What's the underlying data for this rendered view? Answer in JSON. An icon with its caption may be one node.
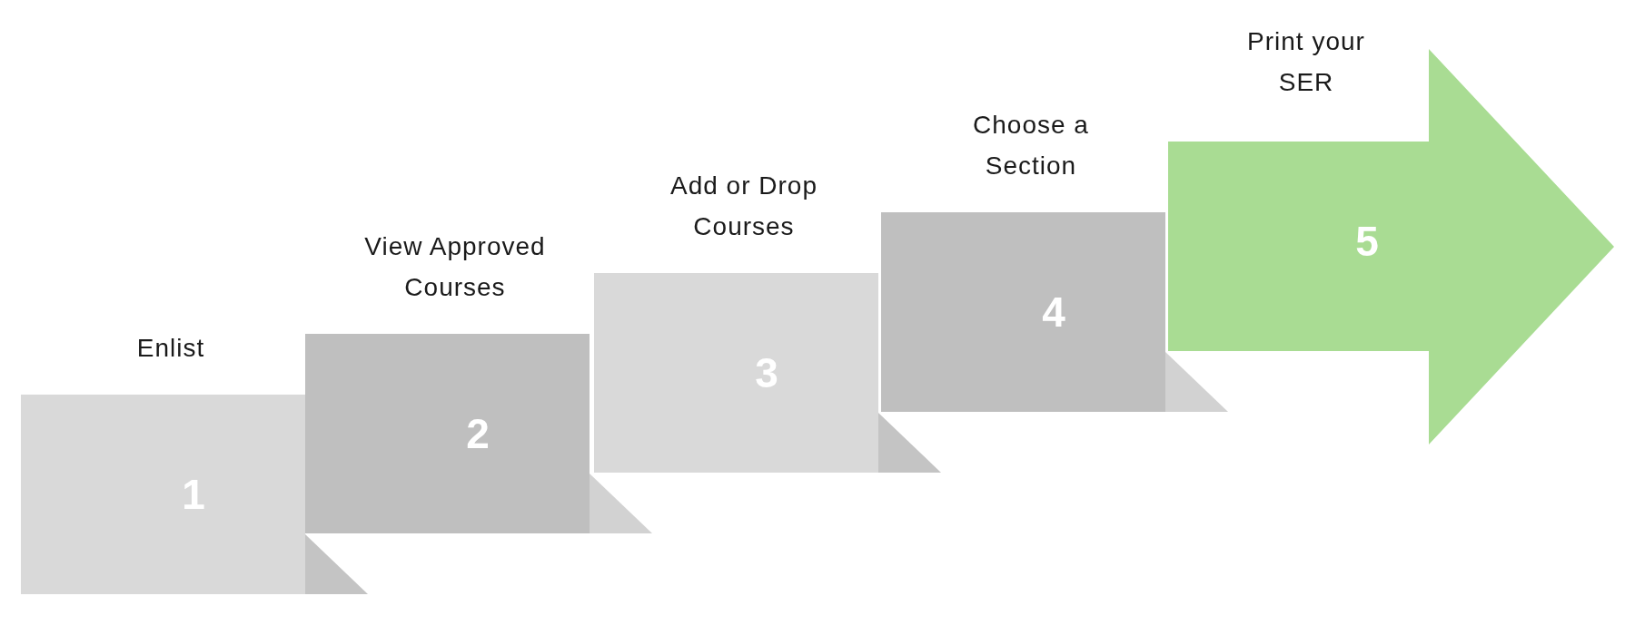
{
  "diagram": {
    "nodes": [
      {
        "text": [
          "Enlist",
          "1"
        ]
      },
      {
        "text": [
          "View Approved Courses",
          "2"
        ]
      },
      {
        "text": [
          "Add or Drop Courses",
          "3"
        ]
      },
      {
        "text": [
          "Choose a Section",
          "4"
        ]
      },
      {
        "text": [
          "Print your SER",
          "5"
        ]
      }
    ]
  }
}
